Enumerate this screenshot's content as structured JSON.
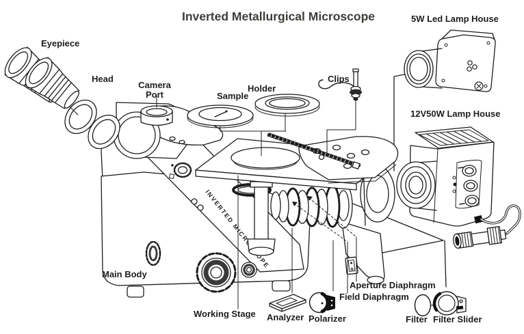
{
  "title": "Inverted Metallurgical Microscope",
  "labels": {
    "eyepiece": "Eyepiece",
    "head": "Head",
    "camera_port_line1": "Camera",
    "camera_port_line2": "Port",
    "sample": "Sample",
    "holder": "Holder",
    "clips": "Clips",
    "led_lamp_house": "5W  Led Lamp House",
    "halogen_lamp_house": "12V50W Lamp House",
    "main_body": "Main Body",
    "working_stage": "Working Stage",
    "analyzer": "Analyzer",
    "polarizer": "Polarizer",
    "aperture_diaphragm": "Aperture Diaphragm",
    "field_diaphragm": "Field Diaphragm",
    "filter": "Filter",
    "filter_slider": "Filter Slider"
  },
  "drawing": {
    "arm_text": "INVERTED MICROSCOPE"
  },
  "colors": {
    "line": "#1c1c1c",
    "label_text": "#1d1d1b",
    "title_text": "#3c3c38",
    "background": "#ffffff"
  }
}
